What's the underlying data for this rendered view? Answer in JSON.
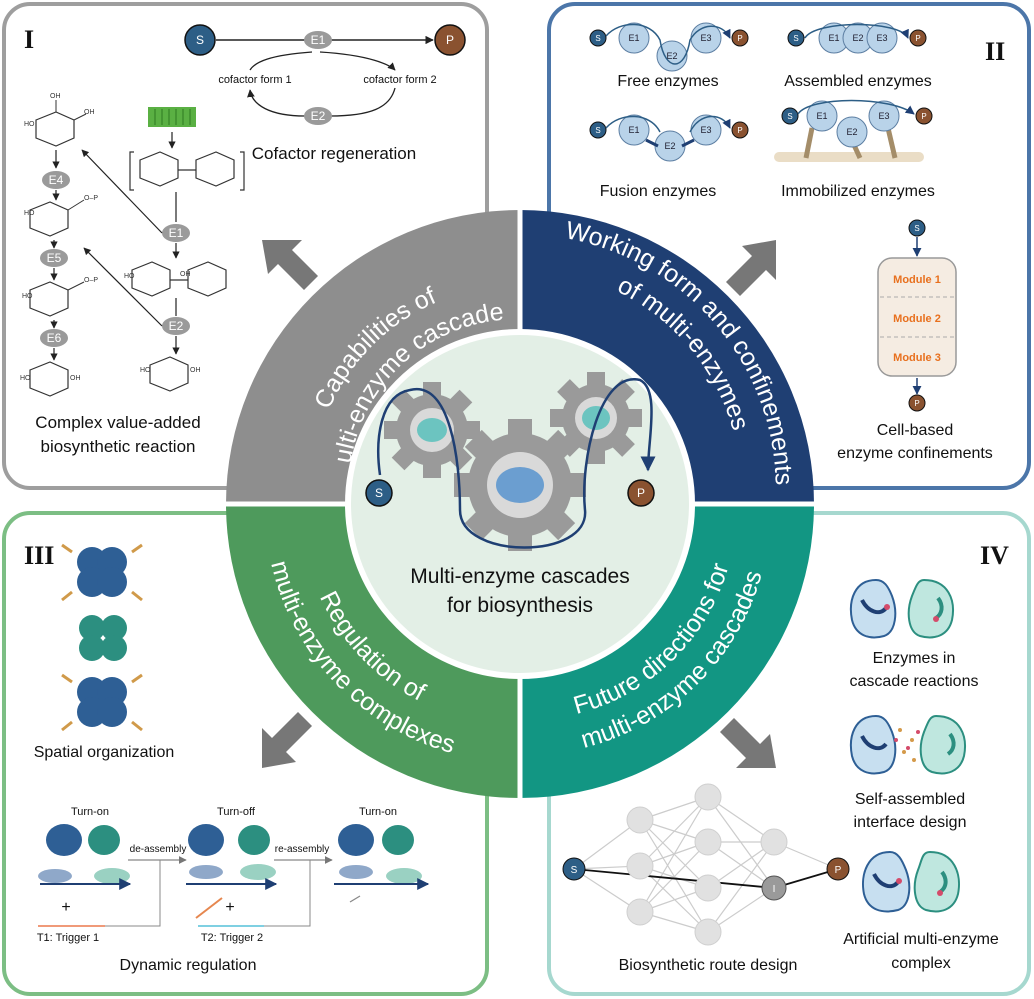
{
  "panels": {
    "I": {
      "numeral": "I",
      "cofactor_caption": "Cofactor regeneration",
      "cofactor_form_1": "cofactor form 1",
      "cofactor_form_2": "cofactor form 2",
      "complex_caption_line1": "Complex value-added",
      "complex_caption_line2": "biosynthetic reaction",
      "enzymes": [
        "E1",
        "E2",
        "E4",
        "E5",
        "E6"
      ]
    },
    "II": {
      "numeral": "II",
      "free": "Free enzymes",
      "assembled": "Assembled enzymes",
      "fusion": "Fusion enzymes",
      "immobilized": "Immobilized enzymes",
      "modules": [
        "Module 1",
        "Module 2",
        "Module 3"
      ],
      "cell_caption_line1": "Cell-based",
      "cell_caption_line2": "enzyme confinements",
      "enzyme_labels": [
        "E1",
        "E2",
        "E3"
      ]
    },
    "III": {
      "numeral": "III",
      "spatial": "Spatial organization",
      "turn_on": "Turn-on",
      "turn_off": "Turn-off",
      "de_assembly": "de-assembly",
      "re_assembly": "re-assembly",
      "plus": "+",
      "trigger1": "T1: Trigger 1",
      "trigger2": "T2: Trigger 2",
      "dynamic": "Dynamic regulation"
    },
    "IV": {
      "numeral": "IV",
      "cascade_line1": "Enzymes in",
      "cascade_line2": "cascade reactions",
      "self_line1": "Self-assembled",
      "self_line2": "interface design",
      "artificial_line1": "Artificial multi-enzyme",
      "artificial_line2": "complex",
      "route": "Biosynthetic route design",
      "node_I": "I"
    }
  },
  "symbols": {
    "S": "S",
    "P": "P"
  },
  "quadrants": {
    "q1_line1": "Capabilities of",
    "q1_line2": "multi-enzyme cascades",
    "q2_line1": "Working form and confinements",
    "q2_line2": "of multi-enzymes",
    "q3_line1": "Regulation of",
    "q3_line2": "multi-enzyme complexes",
    "q4_line1": "Future directions for",
    "q4_line2": "multi-enzyme cascades"
  },
  "center": {
    "line1": "Multi-enzyme cascades",
    "line2": "for biosynthesis"
  },
  "colors": {
    "q1": "#8e8e8e",
    "q2": "#1f3f73",
    "q3": "#4e9a5c",
    "q4": "#129683",
    "center_fill": "#e3efe6",
    "S": "#2d5e86",
    "P": "#8a5230",
    "enzyme_blue": "#b9d3e9",
    "teal": "#5dc0ad"
  }
}
